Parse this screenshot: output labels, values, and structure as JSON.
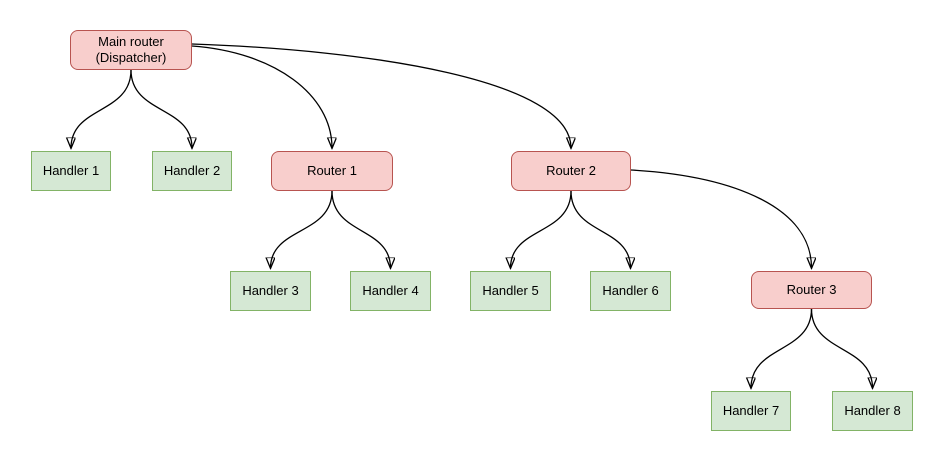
{
  "diagram": {
    "kind": "routing-tree-flowchart",
    "background_color": "#ffffff",
    "colors": {
      "router_fill": "#f8cecc",
      "router_border": "#b85450",
      "handler_fill": "#d5e8d4",
      "handler_border": "#82b366",
      "edge_stroke": "#000000",
      "text": "#000000"
    },
    "nodes": {
      "main_router": {
        "label": "Main router\n(Dispatcher)",
        "type": "router"
      },
      "handler1": {
        "label": "Handler 1",
        "type": "handler"
      },
      "handler2": {
        "label": "Handler 2",
        "type": "handler"
      },
      "router1": {
        "label": "Router 1",
        "type": "router"
      },
      "router2": {
        "label": "Router 2",
        "type": "router"
      },
      "handler3": {
        "label": "Handler 3",
        "type": "handler"
      },
      "handler4": {
        "label": "Handler 4",
        "type": "handler"
      },
      "handler5": {
        "label": "Handler 5",
        "type": "handler"
      },
      "handler6": {
        "label": "Handler 6",
        "type": "handler"
      },
      "router3": {
        "label": "Router 3",
        "type": "router"
      },
      "handler7": {
        "label": "Handler 7",
        "type": "handler"
      },
      "handler8": {
        "label": "Handler 8",
        "type": "handler"
      }
    },
    "edges": [
      {
        "from": "Main router (Dispatcher)",
        "to": "Handler 1"
      },
      {
        "from": "Main router (Dispatcher)",
        "to": "Handler 2"
      },
      {
        "from": "Main router (Dispatcher)",
        "to": "Router 1"
      },
      {
        "from": "Main router (Dispatcher)",
        "to": "Router 2"
      },
      {
        "from": "Router 1",
        "to": "Handler 3"
      },
      {
        "from": "Router 1",
        "to": "Handler 4"
      },
      {
        "from": "Router 2",
        "to": "Handler 5"
      },
      {
        "from": "Router 2",
        "to": "Handler 6"
      },
      {
        "from": "Router 2",
        "to": "Router 3"
      },
      {
        "from": "Router 3",
        "to": "Handler 7"
      },
      {
        "from": "Router 3",
        "to": "Handler 8"
      }
    ]
  }
}
